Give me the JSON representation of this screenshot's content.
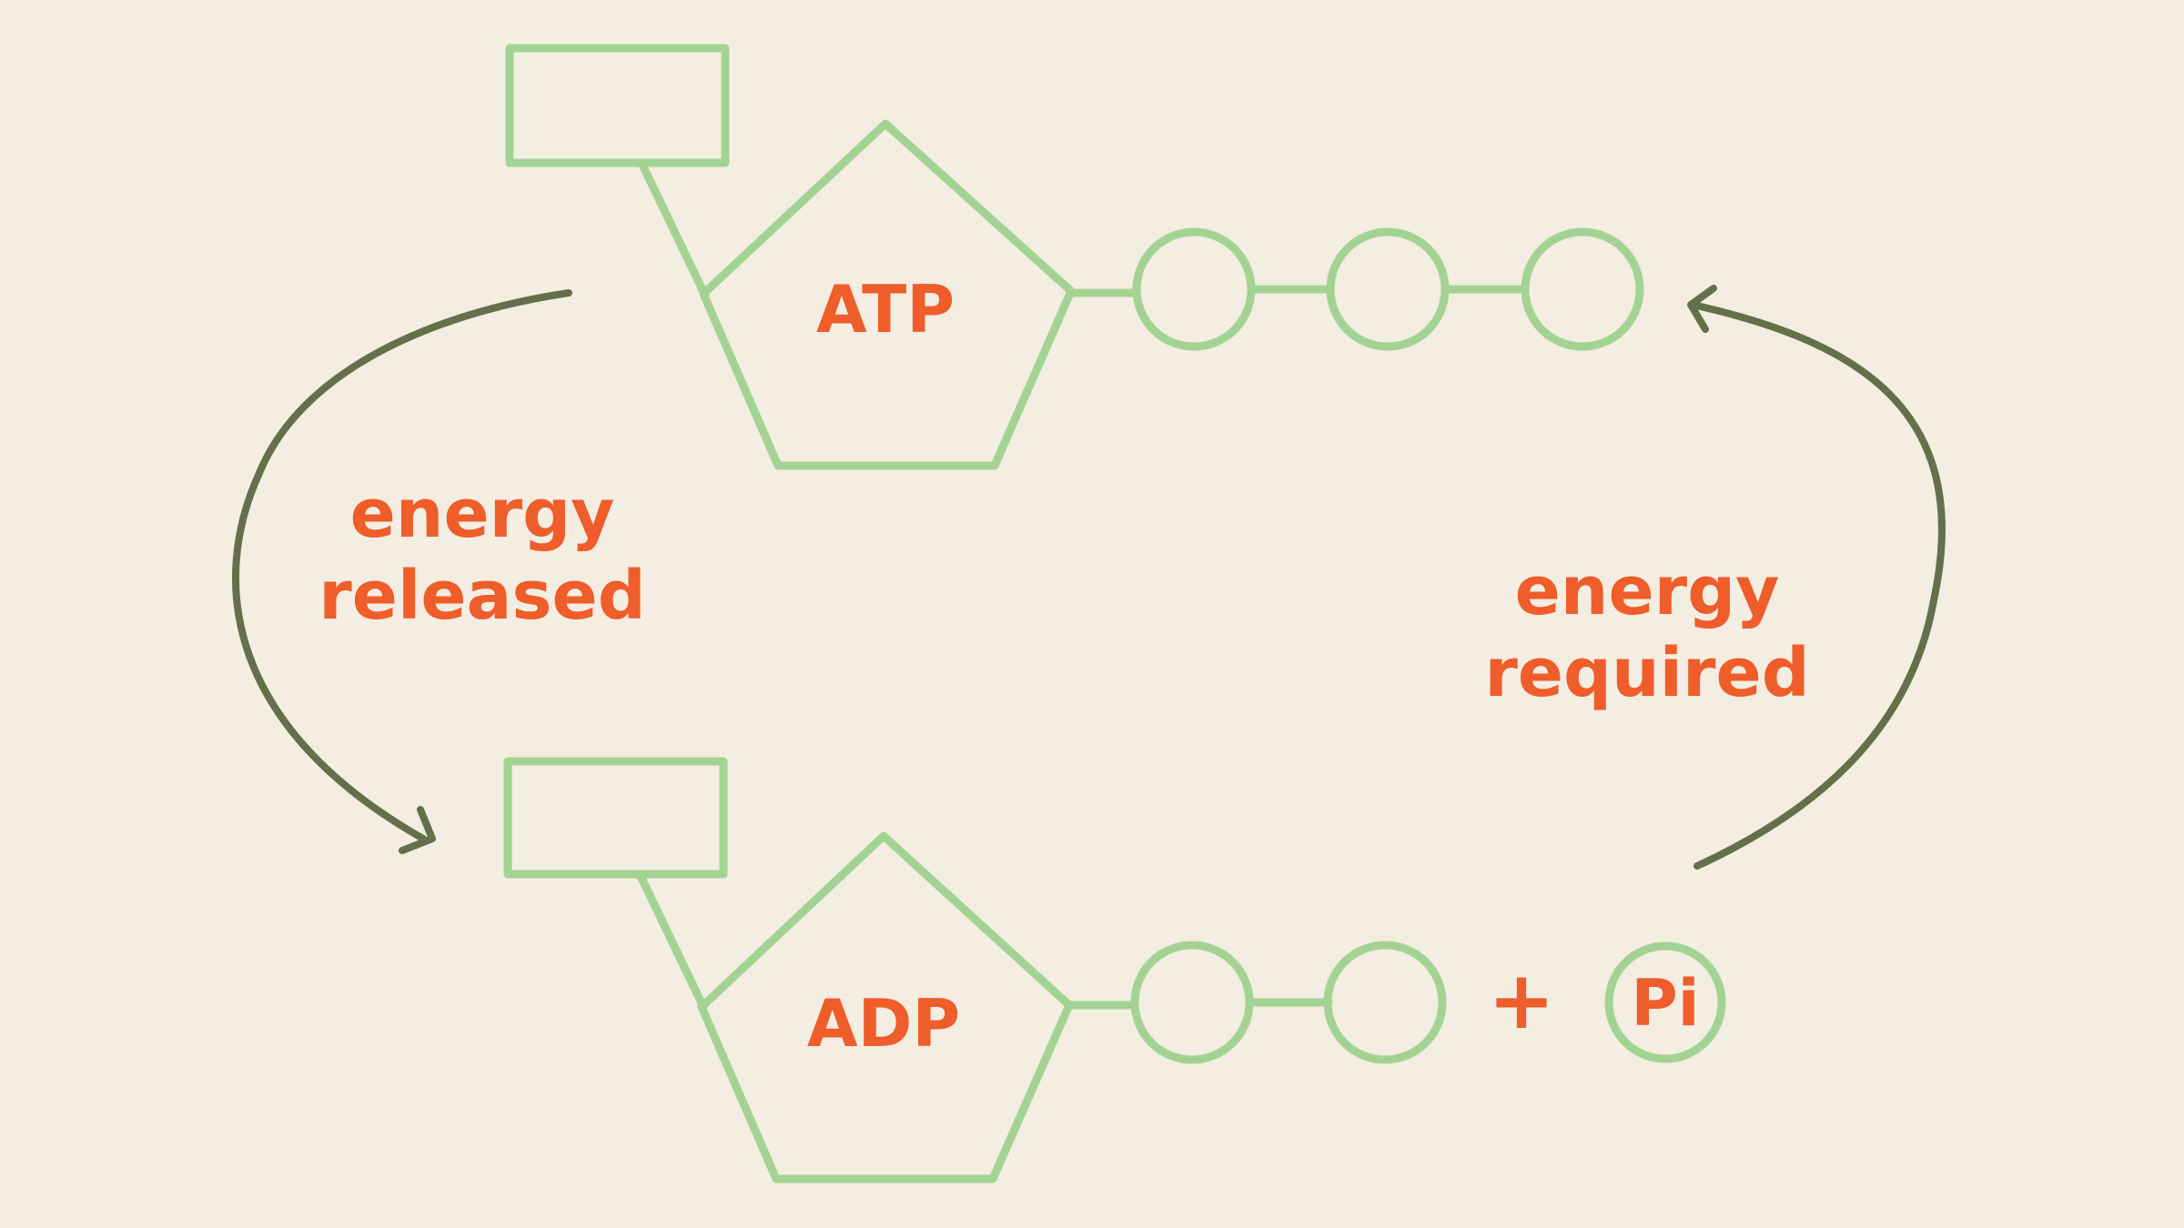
{
  "colors": {
    "background": "#f4ede2",
    "molecule_outline": "#a3d393",
    "label_text": "#ee5d2a",
    "arrow": "#63704a"
  },
  "atp": {
    "label": "ATP",
    "phosphate_count": 3
  },
  "adp": {
    "label": "ADP",
    "phosphate_count": 2,
    "plus_sign": "+",
    "free_phosphate_label": "Pi"
  },
  "left_arrow": {
    "line1": "energy",
    "line2": "released"
  },
  "right_arrow": {
    "line1": "energy",
    "line2": "required"
  }
}
